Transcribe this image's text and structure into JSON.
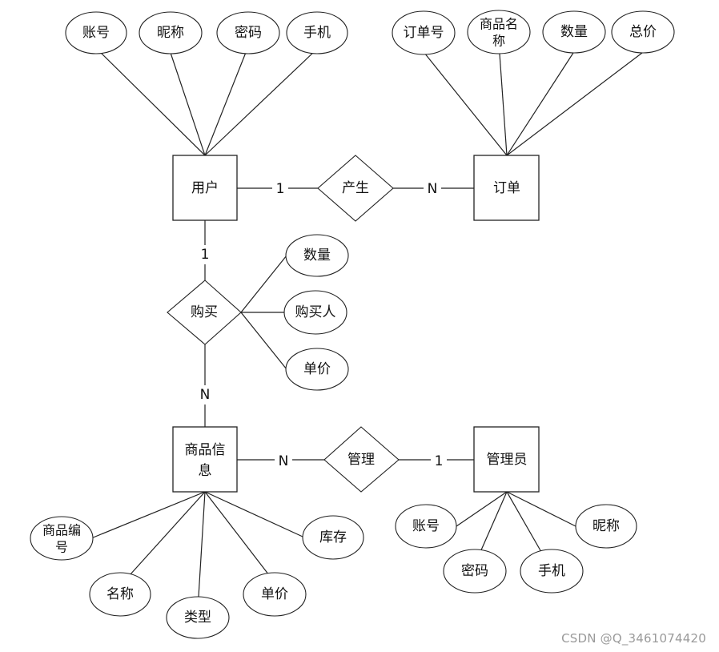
{
  "entities": {
    "user": "用户",
    "order": "订单",
    "product": [
      "商品信",
      "息"
    ],
    "admin": "管理员"
  },
  "relationships": {
    "produce": "产生",
    "purchase": "购买",
    "manage": "管理"
  },
  "attributes": {
    "user": [
      "账号",
      "昵称",
      "密码",
      "手机"
    ],
    "order": [
      "订单号",
      [
        "商品名",
        "称"
      ],
      "数量",
      "总价"
    ],
    "purchase": [
      "数量",
      "购买人",
      "单价"
    ],
    "product": [
      [
        "商品编",
        "号"
      ],
      "名称",
      "类型",
      "单价",
      "库存"
    ],
    "admin": [
      "账号",
      "昵称",
      "密码",
      "手机"
    ]
  },
  "cardinalities": {
    "user_produce": "1",
    "produce_order": "N",
    "user_purchase": "1",
    "purchase_product": "N",
    "product_manage": "N",
    "manage_admin": "1"
  },
  "watermark": "CSDN @Q_3461074420"
}
